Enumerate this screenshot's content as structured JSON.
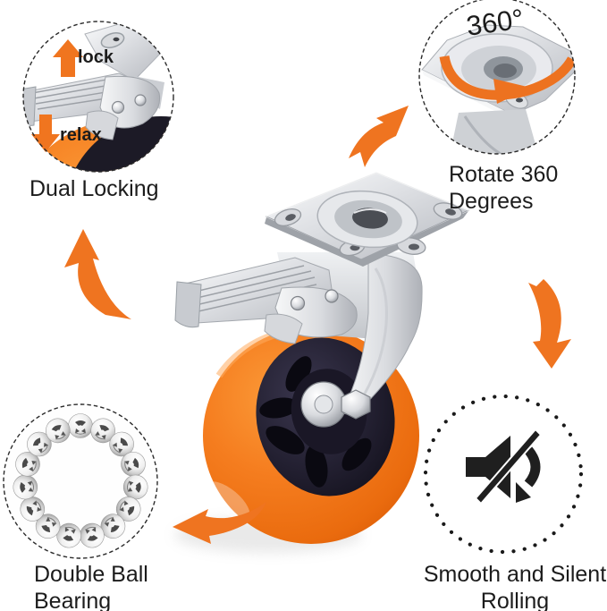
{
  "colors": {
    "accent_orange": "#EF7420",
    "wheel_orange": "#F57D1F",
    "hub_dark": "#1E1B2A",
    "text": "#1C1C1C",
    "metal_light": "#F2F3F5",
    "metal_shadow": "#B9BCC2"
  },
  "icons": {
    "lock_direction": "up-block-arrow",
    "relax_direction": "down-block-arrow",
    "rotation": "circular-orange-arrow",
    "bearing": "chrome-ball-ring",
    "silent": "muted-speaker",
    "connectors": "curved-orange-arrow"
  },
  "features": {
    "dual_locking": {
      "caption": "Dual Locking",
      "lock_label": "lock",
      "relax_label": "relax"
    },
    "rotate_360": {
      "badge": "360°",
      "caption_line1": "Rotate 360",
      "caption_line2": "Degrees"
    },
    "double_ball_bearing": {
      "caption_line1": "Double Ball",
      "caption_line2": "Bearing"
    },
    "silent_rolling": {
      "caption_line1": "Smooth and Silent",
      "caption_line2": "Rolling"
    }
  }
}
